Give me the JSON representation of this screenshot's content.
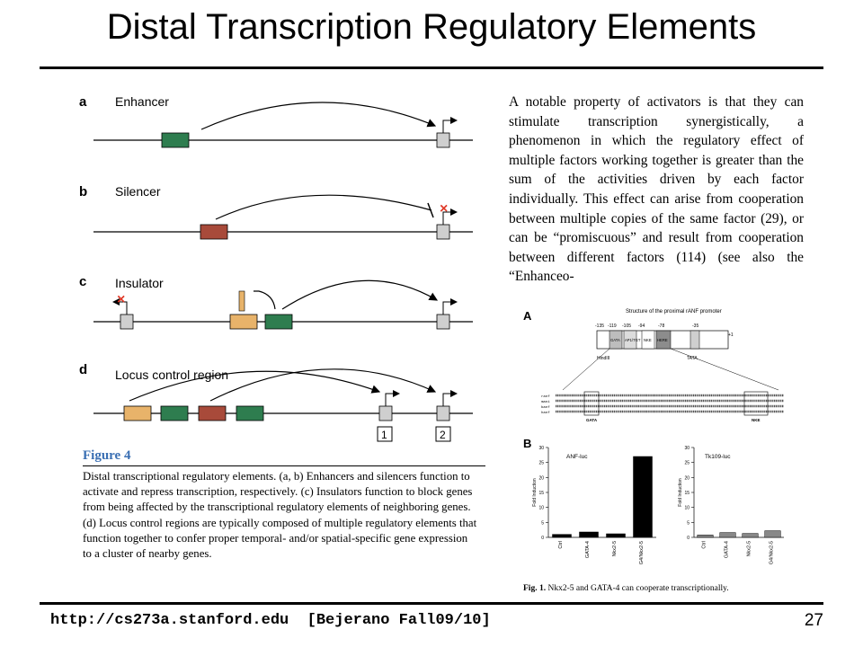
{
  "slide": {
    "title": "Distal Transcription Regulatory Elements",
    "footer_url": "http://cs273a.stanford.edu  [Bejerano Fall09/10]",
    "page_number": "27"
  },
  "figure4": {
    "panels": [
      {
        "letter": "a",
        "label": "Enhancer"
      },
      {
        "letter": "b",
        "label": "Silencer"
      },
      {
        "letter": "c",
        "label": "Insulator"
      },
      {
        "letter": "d",
        "label": "Locus control region"
      }
    ],
    "gene_labels": [
      "1",
      "2"
    ],
    "colors": {
      "enhancer": "#2e7d4f",
      "silencer": "#a84a3a",
      "insulator_element": "#e8b36a",
      "gene": "#cfcfcf",
      "blocked": "#e03b2a"
    },
    "caption_title": "Figure 4",
    "caption_text": "Distal transcriptional regulatory elements. (a, b) Enhancers and silencers function to activate and repress transcription, respectively. (c) Insulators function to block genes from being affected by the transcriptional regulatory elements of neighboring genes. (d) Locus control regions are typically composed of multiple regulatory elements that function together to confer proper temporal- and/or spatial-specific gene expression to a cluster of nearby genes."
  },
  "paragraph": "A notable property of activators is that they can stimulate transcription synergistically, a phenomenon in which the regulatory effect of multiple factors working together is greater than the sum of the activities driven by each factor individually. This effect can arise from cooperation between multiple copies of the same factor (29), or can be “promiscuous” and result from cooperation between different factors (114) (see also the “Enhanceo-",
  "figure1": {
    "panel_a_letter": "A",
    "panel_b_letter": "B",
    "promoter_title": "Structure of the proximal rANF promoter",
    "promoter_positions": [
      "-135",
      "-119",
      "-105",
      "-94",
      "-78",
      "-35",
      "+1"
    ],
    "promoter_boxes": [
      "GATA",
      "AP1/TGT",
      "NKE",
      "HERE"
    ],
    "promoter_labels": [
      "HindIII",
      "TATA"
    ],
    "sequence_rows": [
      "ranf",
      "mani",
      "banf",
      "hanf"
    ],
    "sequence_labels": [
      "GATA",
      "NKE"
    ],
    "caption_bold": "Fig. 1.",
    "caption_text": " Nkx2-5 and GATA-4 can cooperate transcriptionally."
  },
  "chart_data": [
    {
      "type": "bar",
      "title": "ANF-luc",
      "ylabel": "Fold Induction",
      "ylim": [
        0,
        30
      ],
      "yticks": [
        "0",
        "5",
        "10",
        "15",
        "20",
        "25",
        "30"
      ],
      "categories": [
        "Ctrl",
        "GATA-4",
        "Nkx2-5",
        "G4/Nkx2-5"
      ],
      "values": [
        1,
        1.8,
        1.2,
        27
      ],
      "color": "#000000"
    },
    {
      "type": "bar",
      "title": "Tk109-luc",
      "ylabel": "Fold Induction",
      "ylim": [
        0,
        30
      ],
      "yticks": [
        "0",
        "5",
        "10",
        "15",
        "20",
        "25",
        "30"
      ],
      "categories": [
        "Ctrl",
        "GATA-4",
        "Nkx2-5",
        "G4/Nkx2-5"
      ],
      "values": [
        0.8,
        1.6,
        1.3,
        2.2
      ],
      "color": "#888888"
    }
  ]
}
